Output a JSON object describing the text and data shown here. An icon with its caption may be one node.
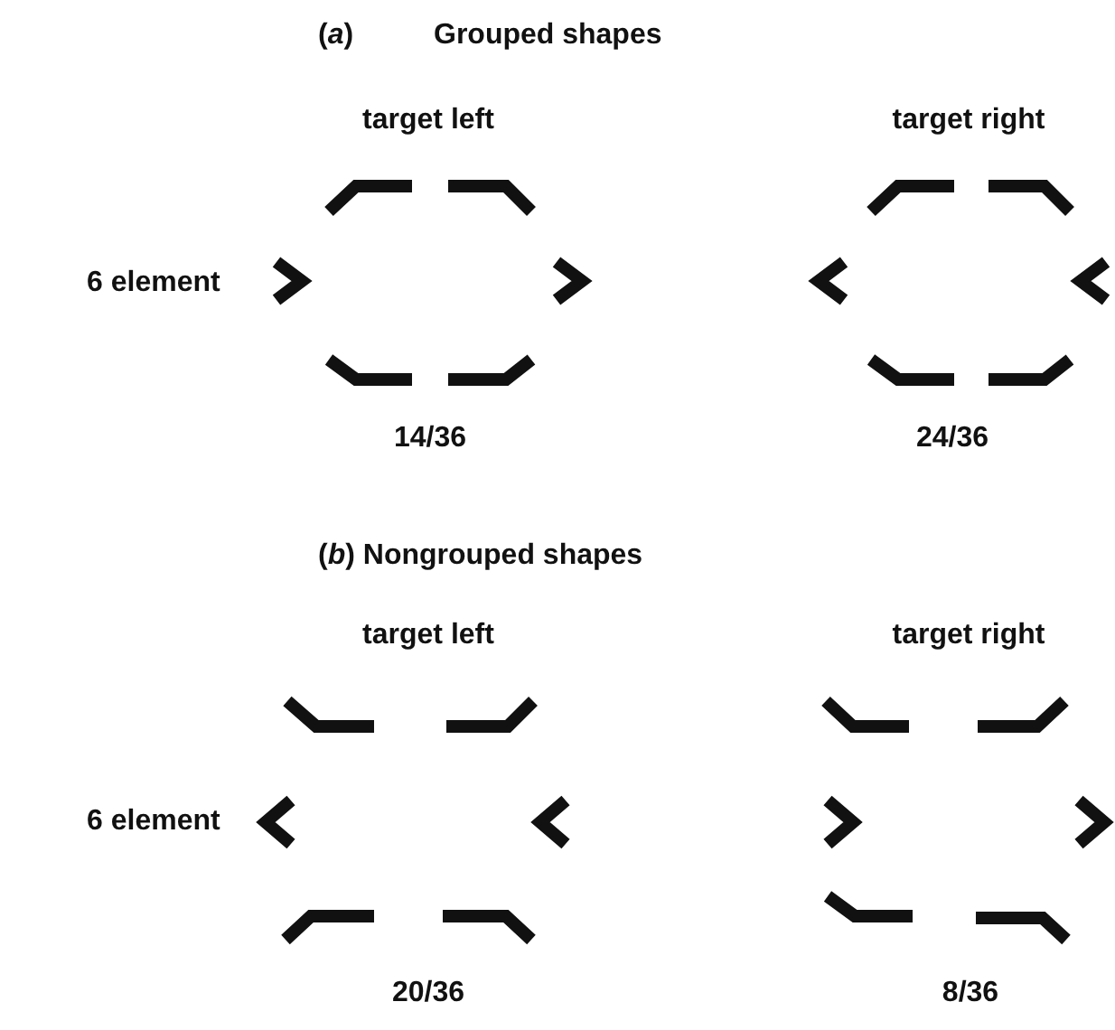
{
  "diagram": {
    "labels": [
      "(*a*)",
      "Grouped shapes",
      "target left",
      "target right",
      "6 element",
      "14/36",
      "24/36",
      "(*b*) Nongrouped shapes",
      "target left",
      "target right",
      "6 element",
      "20/36",
      "8/36"
    ]
  }
}
